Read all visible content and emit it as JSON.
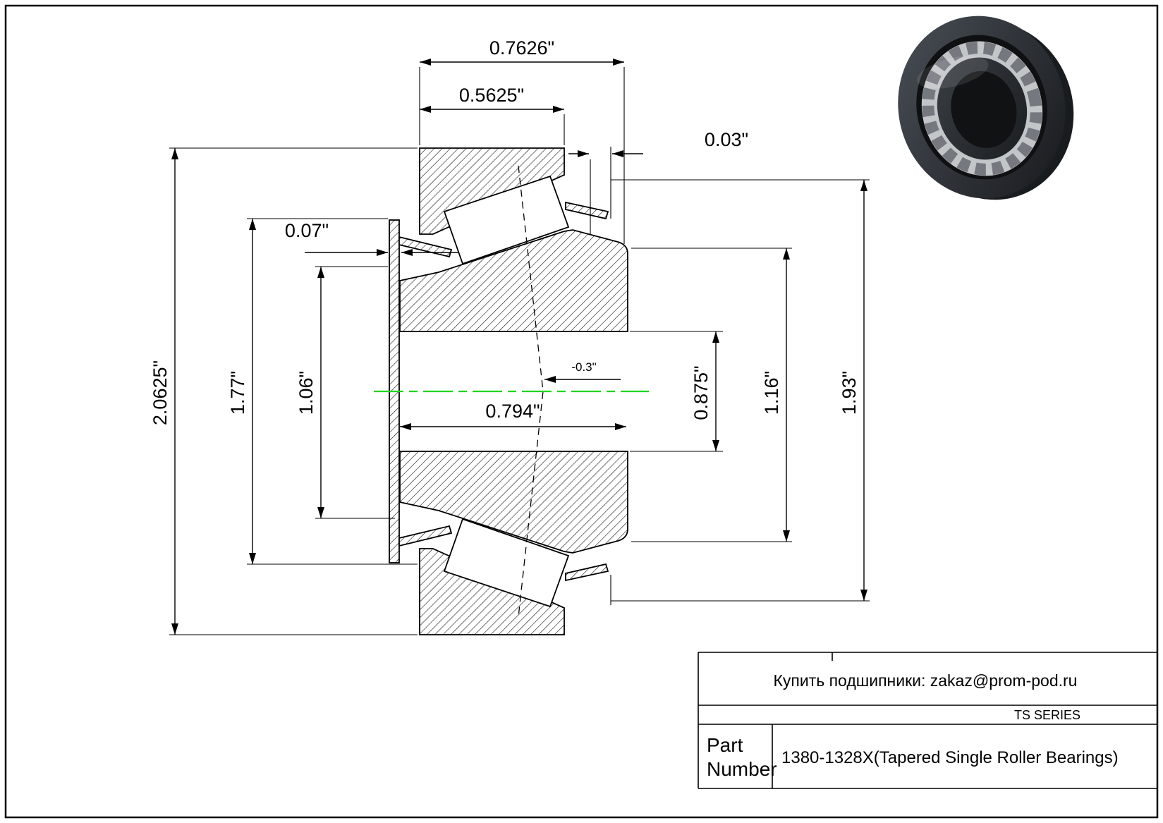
{
  "dims": {
    "overall_width": "0.7626\"",
    "cup_width": "0.5625\"",
    "cage_standout": "0.03\"",
    "cage_lip": "0.07\"",
    "flange_diameter": "2.0625\"",
    "cage_od": "1.77\"",
    "cage_id": "1.06\"",
    "cone_width": "0.794\"",
    "effective_center": "-0.3\"",
    "bore": "0.875\"",
    "cone_od": "1.16\"",
    "cup_od": "1.93\""
  },
  "title_block": {
    "contact": "Купить подшипники: zakaz@prom-pod.ru",
    "series": "TS SERIES",
    "part_label_line1": "Part",
    "part_label_line2": "Number",
    "part_value": "1380-1328X(Tapered Single Roller Bearings)"
  },
  "colors": {
    "centerline": "#1fd41f"
  }
}
